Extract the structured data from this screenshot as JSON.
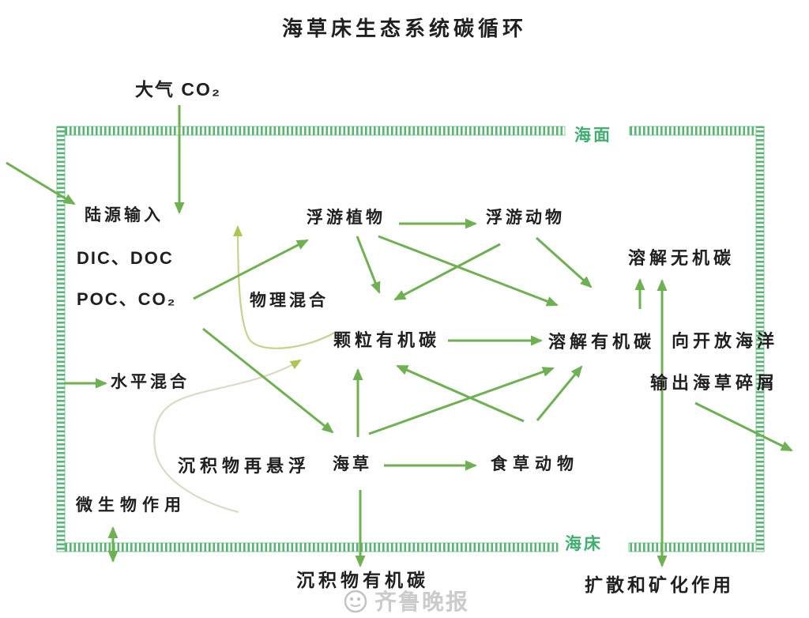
{
  "title": "海草床生态系统碳循环",
  "nodes": {
    "atm_co2": "大气 CO₂",
    "sea_surface": "海面",
    "seabed": "海床",
    "land_input": "陆源输入",
    "dic_doc": "DIC、DOC",
    "poc_co2": "POC、CO₂",
    "physical_mixing": "物理混合",
    "phytoplankton": "浮游植物",
    "zooplankton": "浮游动物",
    "dissolved_inorganic_carbon": "溶解无机碳",
    "particulate_organic_carbon": "颗粒有机碳",
    "dissolved_organic_carbon": "溶解有机碳",
    "to_open_ocean": "向开放海洋",
    "export_seagrass_debris": "输出海草碎屑",
    "horizontal_mixing": "水平混合",
    "sediment_resuspension": "沉积物再悬浮",
    "seagrass": "海草",
    "herbivores": "食草动物",
    "microbial_action": "微生物作用",
    "sediment_organic_carbon": "沉积物有机碳",
    "diffusion_mineralization": "扩散和矿化作用"
  },
  "watermark": {
    "logo_icon": "qilu-evening-news-logo",
    "text": "齐鲁晚报"
  },
  "colors": {
    "arrow_green": "#6db150",
    "border_green": "#57b473",
    "label_green": "#3fae6e",
    "light_curve": "#c7d28a",
    "light_arrow": "#adc64f",
    "text_black": "#1f1f1f",
    "watermark_gray": "#c3c3c3"
  },
  "edges": [
    {
      "from": "陆地(图外)",
      "to": "陆源输入",
      "type": "arrow"
    },
    {
      "from": "大气 CO₂",
      "to": "海水表层",
      "type": "arrow"
    },
    {
      "from": "POC、CO₂",
      "to": "浮游植物",
      "type": "arrow"
    },
    {
      "from": "浮游植物",
      "to": "浮游动物",
      "type": "arrow"
    },
    {
      "from": "浮游植物",
      "to": "颗粒有机碳",
      "type": "arrow"
    },
    {
      "from": "浮游植物",
      "to": "溶解有机碳",
      "type": "arrow"
    },
    {
      "from": "浮游动物",
      "to": "颗粒有机碳",
      "type": "arrow"
    },
    {
      "from": "浮游动物",
      "to": "溶解有机碳",
      "type": "arrow"
    },
    {
      "from": "颗粒有机碳",
      "to": "溶解有机碳",
      "type": "arrow"
    },
    {
      "from": "溶解有机碳",
      "to": "溶解无机碳",
      "type": "arrow"
    },
    {
      "from": "溶解无机碳",
      "to": "扩散和矿化作用",
      "type": "double-arrow"
    },
    {
      "from": "输出海草碎屑",
      "to": "开放海洋(图外)",
      "type": "arrow"
    },
    {
      "from": "边界",
      "to": "水平混合",
      "type": "arrow"
    },
    {
      "from": "水平混合",
      "to": "海草",
      "type": "arrow"
    },
    {
      "from": "海草",
      "to": "食草动物",
      "type": "arrow"
    },
    {
      "from": "海草",
      "to": "颗粒有机碳",
      "type": "arrow"
    },
    {
      "from": "海草",
      "to": "溶解有机碳",
      "type": "arrow"
    },
    {
      "from": "食草动物",
      "to": "颗粒有机碳",
      "type": "arrow"
    },
    {
      "from": "食草动物",
      "to": "溶解有机碳",
      "type": "arrow"
    },
    {
      "from": "海草",
      "to": "沉积物有机碳",
      "type": "arrow"
    },
    {
      "from": "微生物作用",
      "to": "沉积物",
      "type": "double-arrow"
    },
    {
      "from": "颗粒有机碳",
      "to": "物理混合上涌",
      "type": "light-curve"
    },
    {
      "from": "沉积物再悬浮",
      "to": "颗粒有机碳",
      "type": "light-curve"
    }
  ]
}
